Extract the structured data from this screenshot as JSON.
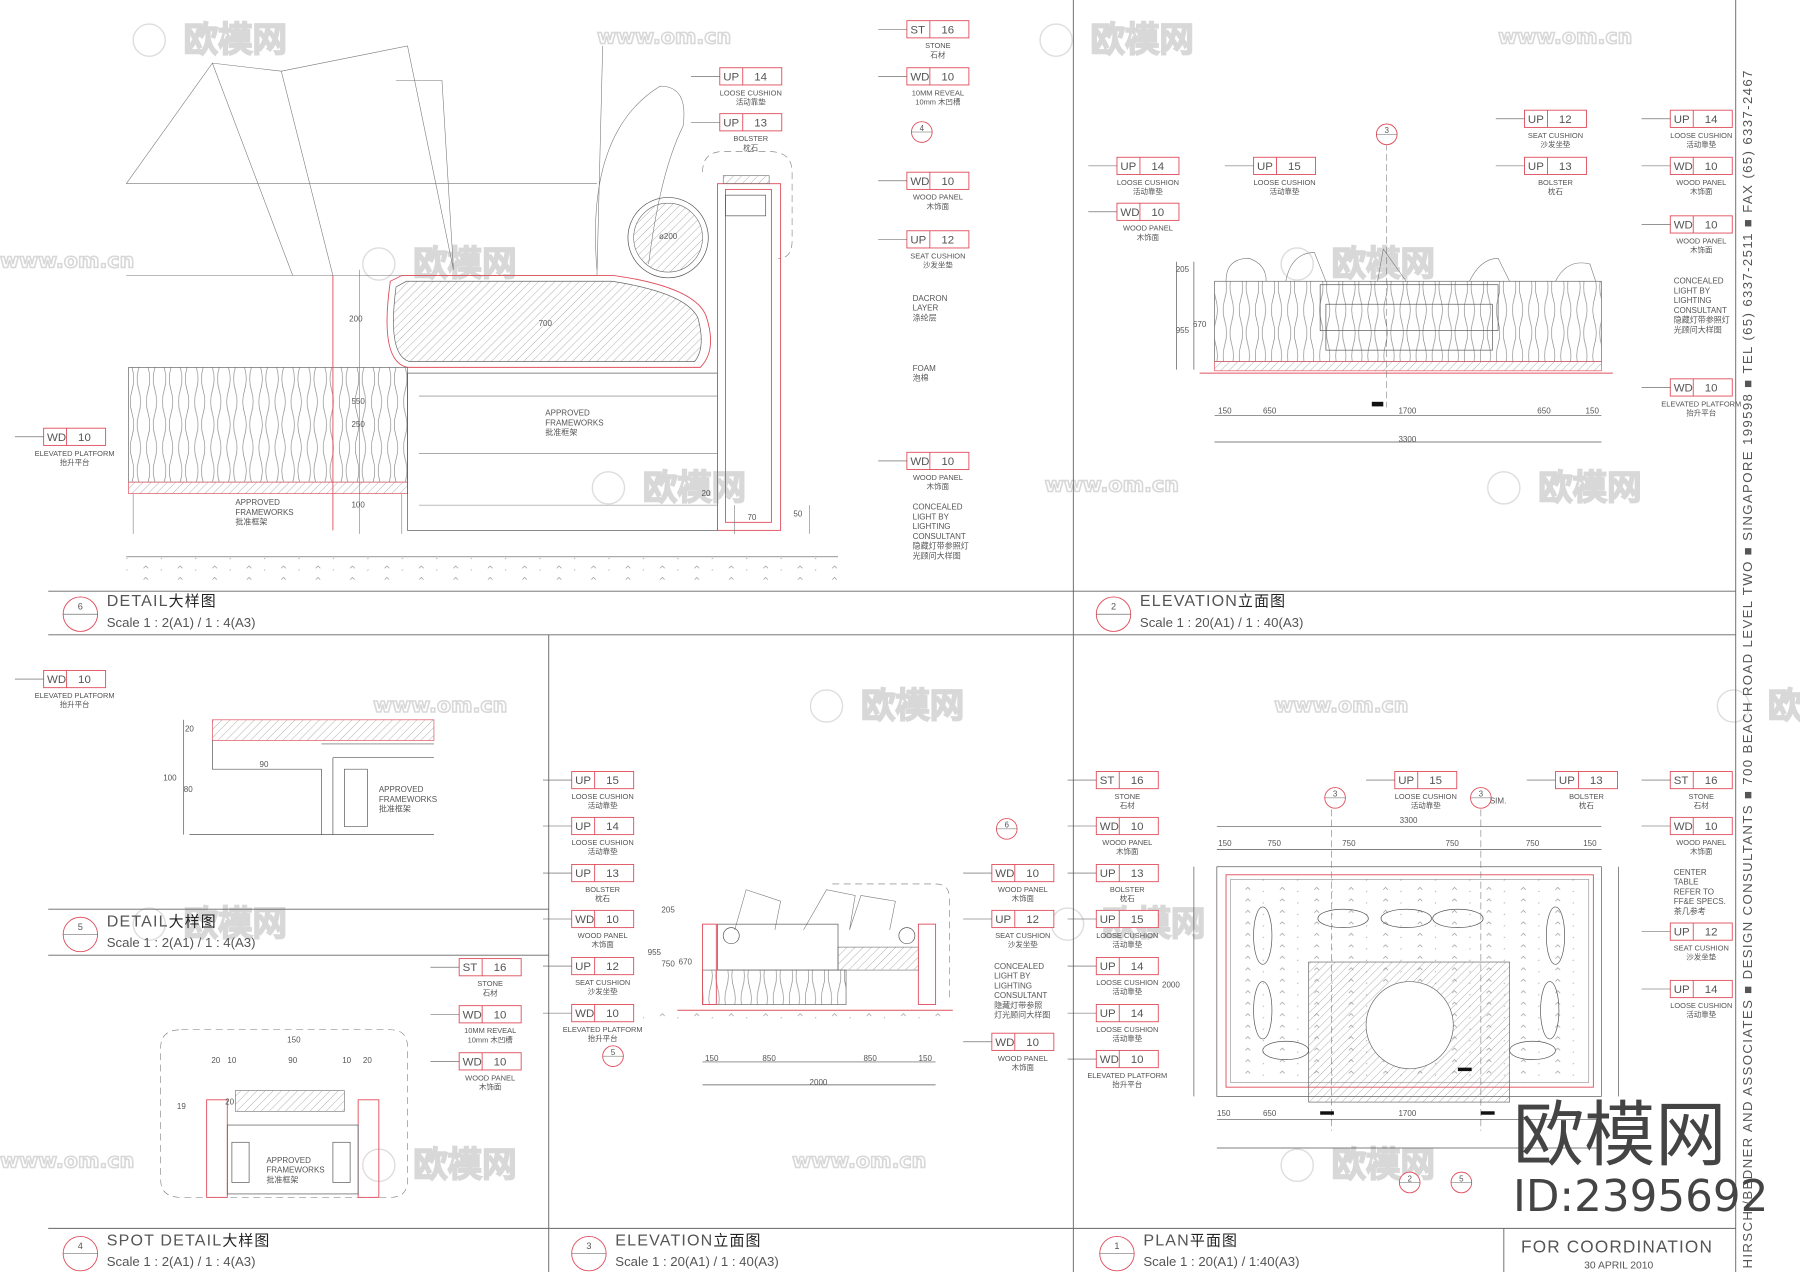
{
  "watermark": {
    "logo_text": "欧模网",
    "url_text": "www.om.cn",
    "id_mark_title": "欧模网",
    "id_mark_id": "ID:2395692"
  },
  "title_blocks": [
    {
      "num": "6",
      "title": "DETAIL",
      "title_cn": "大样图",
      "scale": "Scale 1 :  2(A1)  /  1  :  4(A3)"
    },
    {
      "num": "2",
      "title": "ELEVATION",
      "title_cn": "立面图",
      "scale": "Scale 1 :  20(A1)  /  1  :  40(A3)"
    },
    {
      "num": "5",
      "title": "DETAIL",
      "title_cn": "大样图",
      "scale": "Scale 1 :  2(A1)  /  1  :  4(A3)"
    },
    {
      "num": "4",
      "title": "SPOT DETAIL",
      "title_cn": "大样图",
      "scale": "Scale 1 :  2(A1)  /  1  :  4(A3)"
    },
    {
      "num": "3",
      "title": "ELEVATION",
      "title_cn": "立面图",
      "scale": "Scale 1 :  20(A1)  /  1  :  40(A3)"
    },
    {
      "num": "1",
      "title": "PLAN",
      "title_cn": "平面图",
      "scale": "Scale 1 :  20(A1)  / 1:40(A3)"
    }
  ],
  "stamp": {
    "status": "FOR  COORDINATION",
    "date": "30  APRIL  2010"
  },
  "firm_strip": "HIRSCH /BEDNER AND ASSOCIATES  ■  DESIGN CONSULTANTS  ■  700 BEACH ROAD LEVEL TWO  ■  SINGAPORE 199598  ■  TEL (65) 6337-2511 ■  FAX (65) 6337-2467",
  "tags": [
    {
      "code": "ST",
      "num": "16",
      "en": "STONE",
      "cn": "石材"
    },
    {
      "code": "UP",
      "num": "14",
      "en": "LOOSE CUSHION",
      "cn": "活动靠垫"
    },
    {
      "code": "WD",
      "num": "10",
      "en": "10MM REVEAL",
      "cn": "10mm 木凹槽"
    },
    {
      "code": "UP",
      "num": "13",
      "en": "BOLSTER",
      "cn": "枕石"
    },
    {
      "code": "WD",
      "num": "10",
      "en": "WOOD PANEL",
      "cn": "木饰面"
    },
    {
      "code": "UP",
      "num": "12",
      "en": "SEAT CUSHION",
      "cn": "沙发坐垫"
    },
    {
      "code": "WD",
      "num": "10",
      "en": "WOOD PANEL",
      "cn": "木饰面"
    },
    {
      "code": "WD",
      "num": "10",
      "en": "ELEVATED PLATFORM",
      "cn": "抬升平台"
    },
    {
      "code": "UP",
      "num": "14",
      "en": "LOOSE CUSHION",
      "cn": "活动靠垫"
    },
    {
      "code": "UP",
      "num": "15",
      "en": "LOOSE CUSHION",
      "cn": "活动靠垫"
    },
    {
      "code": "WD",
      "num": "10",
      "en": "WOOD PANEL",
      "cn": "木饰面"
    },
    {
      "code": "UP",
      "num": "12",
      "en": "SEAT CUSHION",
      "cn": "沙发坐垫"
    },
    {
      "code": "UP",
      "num": "14",
      "en": "LOOSE CUSHION",
      "cn": "活动靠垫"
    },
    {
      "code": "UP",
      "num": "13",
      "en": "BOLSTER",
      "cn": "枕石"
    },
    {
      "code": "WD",
      "num": "10",
      "en": "WOOD PANEL",
      "cn": "木饰面"
    },
    {
      "code": "WD",
      "num": "10",
      "en": "WOOD PANEL",
      "cn": "木饰面"
    },
    {
      "code": "WD",
      "num": "10",
      "en": "ELEVATED PLATFORM",
      "cn": "抬升平台"
    },
    {
      "code": "WD",
      "num": "10",
      "en": "ELEVATED PLATFORM",
      "cn": "抬升平台"
    },
    {
      "code": "ST",
      "num": "16",
      "en": "STONE",
      "cn": "石材"
    },
    {
      "code": "WD",
      "num": "10",
      "en": "10MM REVEAL",
      "cn": "10mm 木凹槽"
    },
    {
      "code": "WD",
      "num": "10",
      "en": "WOOD PANEL",
      "cn": "木饰面"
    },
    {
      "code": "UP",
      "num": "15",
      "en": "LOOSE CUSHION",
      "cn": "活动靠垫"
    },
    {
      "code": "UP",
      "num": "14",
      "en": "LOOSE CUSHION",
      "cn": "活动靠垫"
    },
    {
      "code": "UP",
      "num": "13",
      "en": "BOLSTER",
      "cn": "枕石"
    },
    {
      "code": "WD",
      "num": "10",
      "en": "WOOD PANEL",
      "cn": "木饰面"
    },
    {
      "code": "UP",
      "num": "12",
      "en": "SEAT CUSHION",
      "cn": "沙发坐垫"
    },
    {
      "code": "WD",
      "num": "10",
      "en": "ELEVATED PLATFORM",
      "cn": "抬升平台"
    },
    {
      "code": "WD",
      "num": "10",
      "en": "WOOD PANEL",
      "cn": "木饰面"
    },
    {
      "code": "UP",
      "num": "12",
      "en": "SEAT CUSHION",
      "cn": "沙发坐垫"
    },
    {
      "code": "WD",
      "num": "10",
      "en": "WOOD PANEL",
      "cn": "木饰面"
    },
    {
      "code": "ST",
      "num": "16",
      "en": "STONE",
      "cn": "石材"
    },
    {
      "code": "WD",
      "num": "10",
      "en": "WOOD PANEL",
      "cn": "木饰面"
    },
    {
      "code": "UP",
      "num": "13",
      "en": "BOLSTER",
      "cn": "枕石"
    },
    {
      "code": "UP",
      "num": "15",
      "en": "LOOSE CUSHION",
      "cn": "活动靠垫"
    },
    {
      "code": "UP",
      "num": "14",
      "en": "LOOSE CUSHION",
      "cn": "活动靠垫"
    },
    {
      "code": "UP",
      "num": "14",
      "en": "LOOSE CUSHION",
      "cn": "活动靠垫"
    },
    {
      "code": "WD",
      "num": "10",
      "en": "ELEVATED PLATFORM",
      "cn": "抬升平台"
    },
    {
      "code": "UP",
      "num": "15",
      "en": "LOOSE CUSHION",
      "cn": "活动靠垫"
    },
    {
      "code": "UP",
      "num": "13",
      "en": "BOLSTER",
      "cn": "枕石"
    },
    {
      "code": "ST",
      "num": "16",
      "en": "STONE",
      "cn": "石材"
    },
    {
      "code": "WD",
      "num": "10",
      "en": "WOOD PANEL",
      "cn": "木饰面"
    },
    {
      "code": "UP",
      "num": "12",
      "en": "SEAT CUSHION",
      "cn": "沙发坐垫"
    },
    {
      "code": "UP",
      "num": "14",
      "en": "LOOSE CUSHION",
      "cn": "活动靠垫"
    }
  ],
  "notes": [
    {
      "lines": [
        "DACRON",
        "LAYER",
        "涤纶层"
      ]
    },
    {
      "lines": [
        "FOAM",
        "泡棉"
      ]
    },
    {
      "lines": [
        "CONCEALED",
        "LIGHT  BY",
        "LIGHTING",
        "CONSULTANT",
        "隐藏灯带参照灯",
        "光顾问大样图"
      ]
    },
    {
      "lines": [
        "APPROVED",
        "FRAMEWORKS",
        "批准框架"
      ]
    },
    {
      "lines": [
        "APPROVED",
        "FRAMEWORKS",
        "批准框架"
      ]
    },
    {
      "lines": [
        "CONCEALED",
        "LIGHT  BY",
        "LIGHTING",
        "CONSULTANT",
        "隐藏灯带参照灯",
        "光顾问大样图"
      ]
    },
    {
      "lines": [
        "APPROVED",
        "FRAMEWORKS",
        "批准框架"
      ]
    },
    {
      "lines": [
        "CONCEALED",
        "LIGHT BY",
        "LIGHTING",
        "CONSULTANT",
        "隐藏灯带参照",
        "灯光顾问大样图"
      ]
    },
    {
      "lines": [
        "APPROVED",
        "FRAMEWORKS",
        "批准框架"
      ]
    },
    {
      "lines": [
        "CENTER",
        "TABLE",
        "REFER  TO",
        "FF&E  SPECS.",
        "茶几参考"
      ]
    }
  ],
  "section_markers": [
    "4",
    "3",
    "6",
    "5",
    "3",
    "3",
    "2",
    "5"
  ],
  "dimensions": [
    "700",
    "ø200",
    "200",
    "550",
    "250",
    "100",
    "20",
    "70",
    "50",
    "205",
    "670",
    "955",
    "150",
    "650",
    "1700",
    "650",
    "150",
    "3300",
    "90",
    "20",
    "100",
    "80",
    "150",
    "20",
    "10",
    "90",
    "10",
    "20",
    "19",
    "20",
    "205",
    "670",
    "750",
    "955",
    "150",
    "850",
    "850",
    "150",
    "2000",
    "3300",
    "150",
    "750",
    "750",
    "750",
    "750",
    "150",
    "2000",
    "150",
    "650",
    "1700",
    "SIM."
  ]
}
